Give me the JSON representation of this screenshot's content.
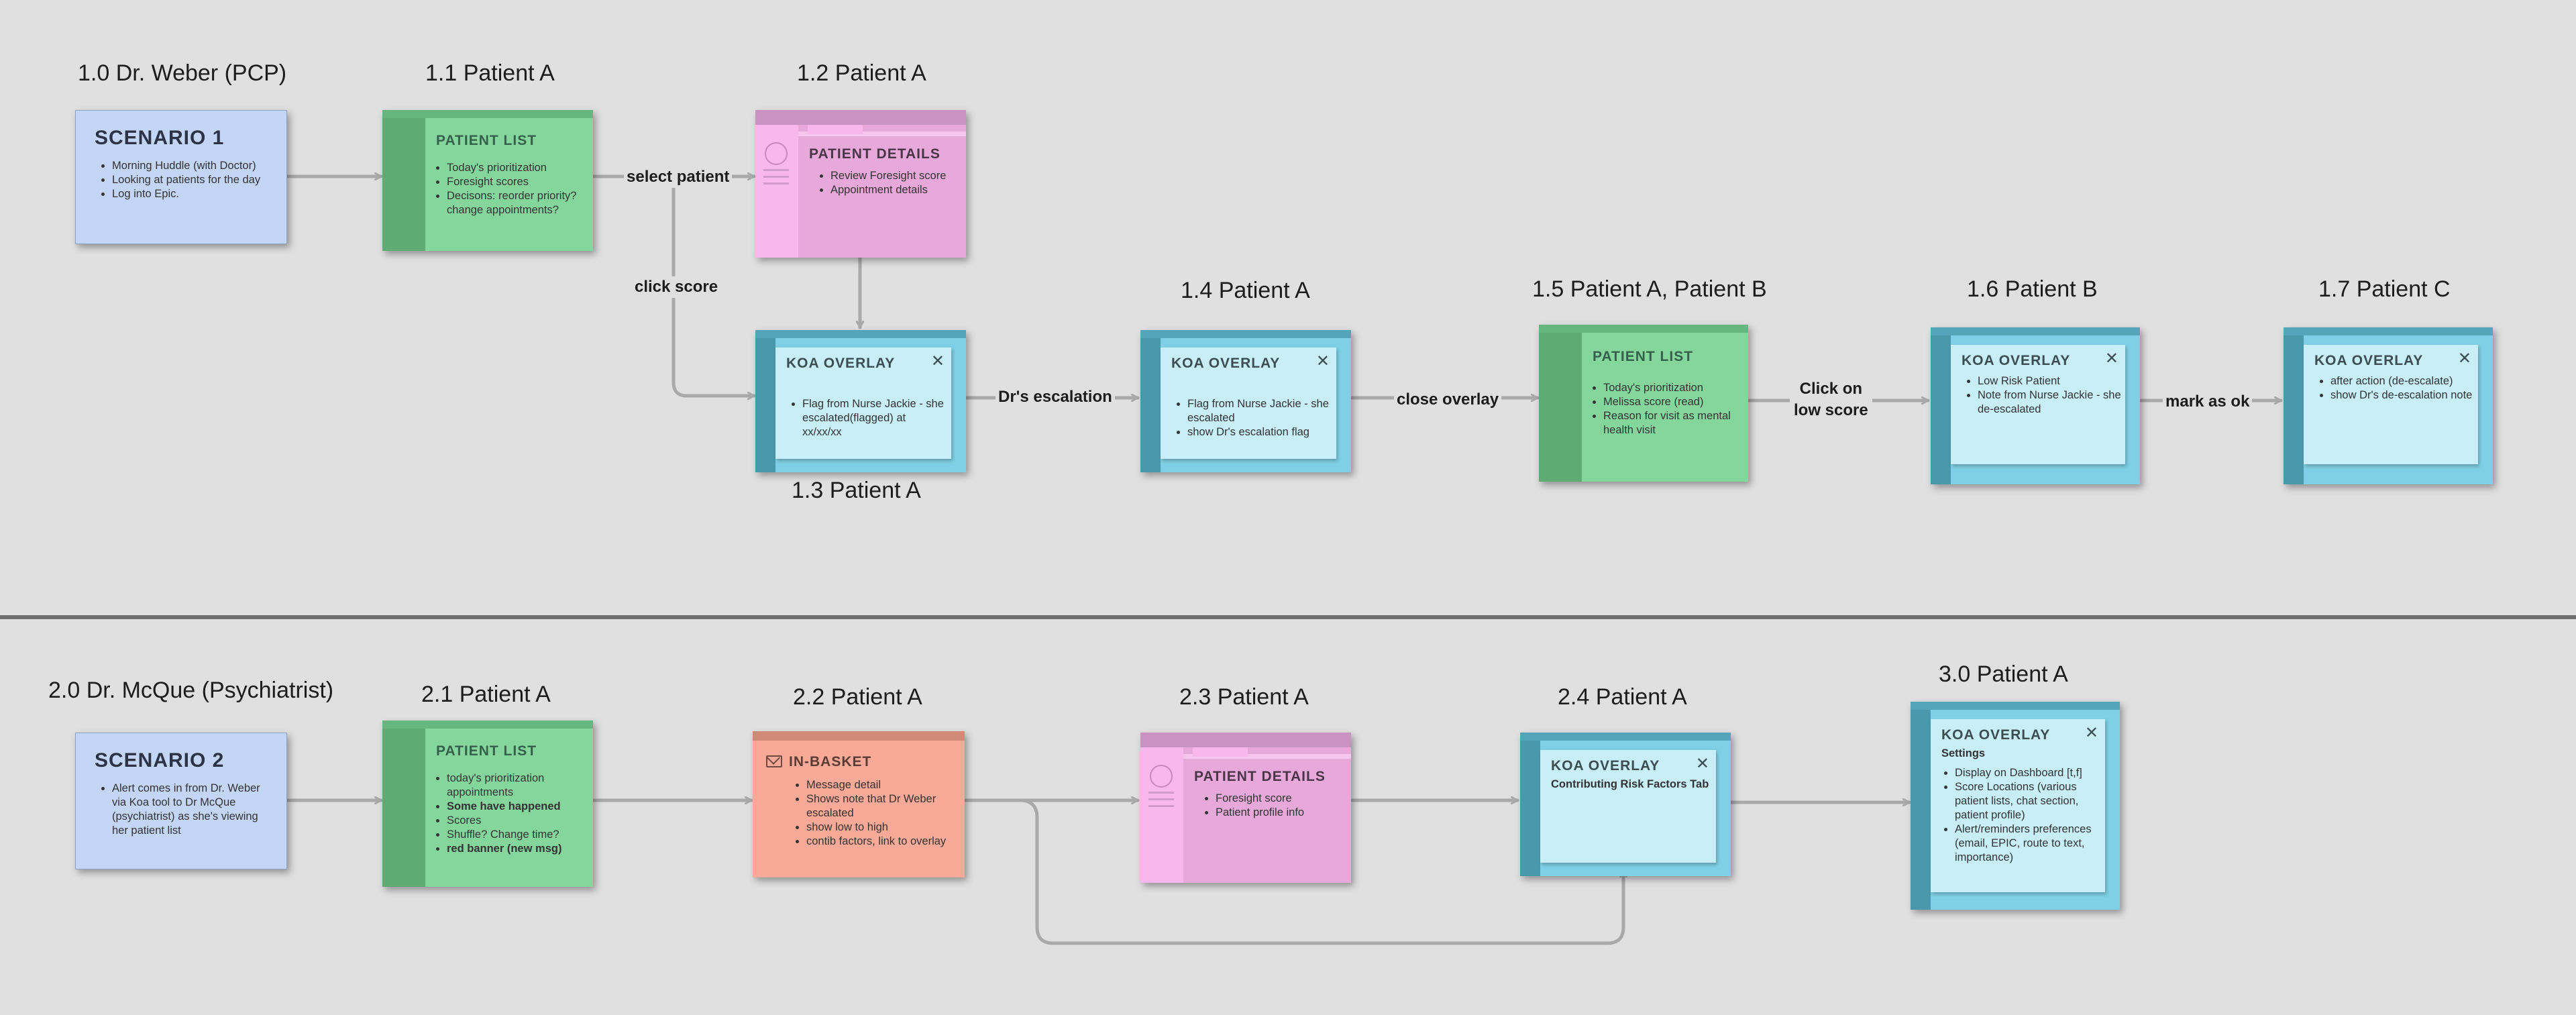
{
  "scenario1": {
    "step_titles": {
      "s1_0": "1.0 Dr. Weber (PCP)",
      "s1_1": "1.1 Patient A",
      "s1_2": "1.2 Patient A",
      "s1_3": "1.3 Patient A",
      "s1_4": "1.4 Patient A",
      "s1_5": "1.5 Patient A, Patient B",
      "s1_6": "1.6 Patient B",
      "s1_7": "1.7 Patient C"
    },
    "edge_labels": {
      "select_patient": "select patient",
      "click_score": "click score",
      "drs_escalation": "Dr's escalation",
      "close_overlay": "close overlay",
      "click_on_low_score": [
        "Click on",
        "low score"
      ],
      "mark_as_ok": "mark as ok"
    },
    "cards": {
      "c1_0": {
        "heading": "SCENARIO 1",
        "items": [
          "Morning Huddle (with Doctor)",
          "Looking at patients for the day",
          "Log into Epic."
        ]
      },
      "c1_1": {
        "heading": "PATIENT LIST",
        "items": [
          "Today's prioritization",
          "Foresight scores",
          "Decisons: reorder priority? change appointments?"
        ]
      },
      "c1_2": {
        "heading": "PATIENT DETAILS",
        "items": [
          "Review Foresight score",
          "Appointment details"
        ]
      },
      "c1_3": {
        "heading": "KOA OVERLAY",
        "items": [
          "Flag from Nurse Jackie - she escalated(flagged) at xx/xx/xx"
        ]
      },
      "c1_4": {
        "heading": "KOA OVERLAY",
        "items": [
          "Flag from Nurse Jackie - she escalated",
          "show Dr's escalation flag"
        ]
      },
      "c1_5": {
        "heading": "PATIENT LIST",
        "items": [
          "Today's prioritization",
          "Melissa score (read)",
          "Reason for visit as mental health visit"
        ]
      },
      "c1_6": {
        "heading": "KOA OVERLAY",
        "items": [
          "Low Risk Patient",
          "Note from Nurse Jackie - she de-escalated"
        ]
      },
      "c1_7": {
        "heading": "KOA OVERLAY",
        "items": [
          "after action (de-escalate)",
          "show Dr's de-escalation note"
        ]
      }
    }
  },
  "scenario2": {
    "step_titles": {
      "s2_0": "2.0 Dr. McQue (Psychiatrist)",
      "s2_1": "2.1 Patient A",
      "s2_2": "2.2 Patient A",
      "s2_3": "2.3 Patient A",
      "s2_4": "2.4 Patient A",
      "s3_0": "3.0 Patient A"
    },
    "cards": {
      "c2_0": {
        "heading": "SCENARIO 2",
        "items": [
          "Alert comes in from Dr. Weber via Koa tool to Dr McQue (psychiatrist) as she's viewing her patient list"
        ]
      },
      "c2_1": {
        "heading": "PATIENT LIST",
        "items": [
          "today's prioritization appointments",
          "Some have happened",
          "Scores",
          "Shuffle? Change time?",
          "red banner (new msg)"
        ]
      },
      "c2_2": {
        "heading": "IN-BASKET",
        "items": [
          "Message detail",
          "Shows note that Dr Weber escalated",
          "show low to high",
          "contib factors, link to overlay"
        ]
      },
      "c2_3": {
        "heading": "PATIENT DETAILS",
        "items": [
          "Foresight score",
          "Patient profile info"
        ]
      },
      "c2_4": {
        "heading": "KOA OVERLAY",
        "subheading": "Contributing Risk Factors Tab"
      },
      "c3_0": {
        "heading": "KOA OVERLAY",
        "subheading": "Settings",
        "items": [
          "Display on Dashboard [t,f]",
          "Score Locations (various patient lists, chat section, patient profile)",
          "Alert/reminders preferences (email, EPIC, route to text, importance)"
        ]
      }
    }
  },
  "icons": {
    "close": "close-icon",
    "avatar": "avatar-icon",
    "mail": "mail-icon"
  },
  "colors": {
    "background": "#e0e0e0",
    "scenario": "#c4d6f5",
    "patient_list": "#84d69d",
    "patient_details": "#e6a9d9",
    "koa_overlay": "#7fd0e6",
    "in_basket": "#f8a997",
    "connector": "#a9a9a9",
    "divider": "#6f6f6f"
  }
}
